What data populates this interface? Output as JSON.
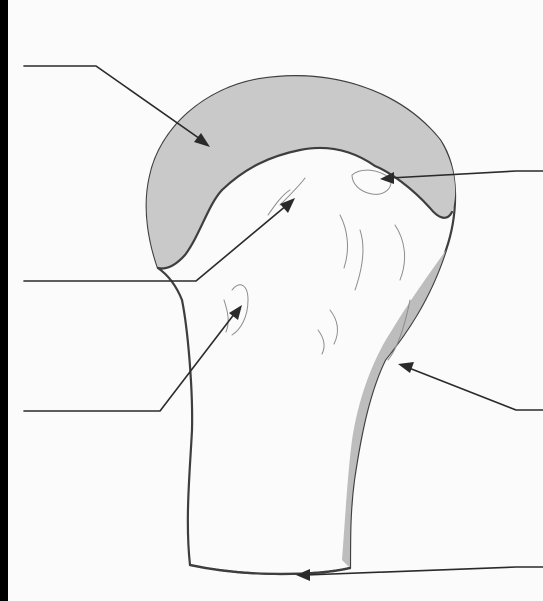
{
  "diagram": {
    "colors": {
      "frame": "#000000",
      "paper": "#fbfbfb",
      "outline": "#3e3e3e",
      "articular_cartilage": "#c9c9c9",
      "shade": "#bdbdbd",
      "sketch": "#8c8c8c",
      "leader_line": "#2a2a2a"
    },
    "structure_icon": "humerus-proximal-end",
    "labels": [
      {
        "id": "label-head",
        "text": ""
      },
      {
        "id": "label-greater-tubercle",
        "text": ""
      },
      {
        "id": "label-anatomical-neck",
        "text": ""
      },
      {
        "id": "label-lesser-tubercle",
        "text": ""
      },
      {
        "id": "label-shaft-edge",
        "text": ""
      },
      {
        "id": "label-cut-surface",
        "text": ""
      }
    ]
  }
}
